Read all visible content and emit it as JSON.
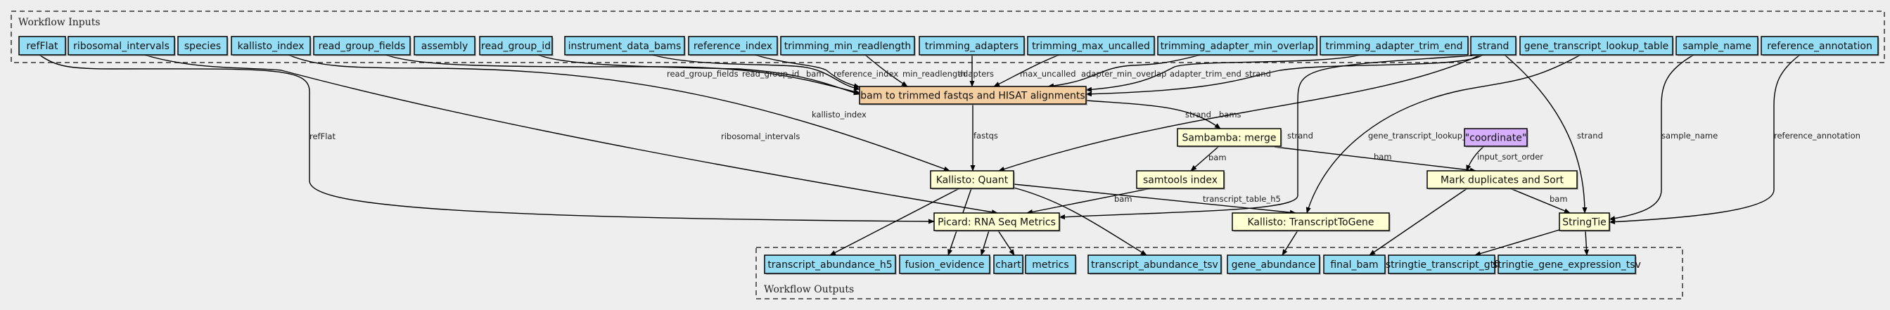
{
  "clusters": {
    "inputs": {
      "label": "Workflow Inputs"
    },
    "outputs": {
      "label": "Workflow Outputs"
    }
  },
  "colors": {
    "background": "#eeeeee",
    "input_output_fill": "#94ddf4",
    "step_fill": "#ffffd3",
    "subworkflow_fill": "#f3cea1",
    "constant_fill": "#d5aefc",
    "stroke": "#000000"
  },
  "nodes": {
    "inputs": [
      {
        "id": "refFlat",
        "label": "refFlat"
      },
      {
        "id": "ribosomal_intervals",
        "label": "ribosomal_intervals"
      },
      {
        "id": "species",
        "label": "species"
      },
      {
        "id": "kallisto_index",
        "label": "kallisto_index"
      },
      {
        "id": "read_group_fields",
        "label": "read_group_fields"
      },
      {
        "id": "assembly",
        "label": "assembly"
      },
      {
        "id": "read_group_id",
        "label": "read_group_id"
      },
      {
        "id": "instrument_data_bams",
        "label": "instrument_data_bams"
      },
      {
        "id": "reference_index",
        "label": "reference_index"
      },
      {
        "id": "trimming_min_readlength",
        "label": "trimming_min_readlength"
      },
      {
        "id": "trimming_adapters",
        "label": "trimming_adapters"
      },
      {
        "id": "trimming_max_uncalled",
        "label": "trimming_max_uncalled"
      },
      {
        "id": "trimming_adapter_min_overlap",
        "label": "trimming_adapter_min_overlap"
      },
      {
        "id": "trimming_adapter_trim_end",
        "label": "trimming_adapter_trim_end"
      },
      {
        "id": "strand",
        "label": "strand"
      },
      {
        "id": "gene_transcript_lookup_table",
        "label": "gene_transcript_lookup_table"
      },
      {
        "id": "sample_name",
        "label": "sample_name"
      },
      {
        "id": "reference_annotation",
        "label": "reference_annotation"
      }
    ],
    "steps": [
      {
        "id": "bam_to_trimmed",
        "label": "bam to trimmed fastqs and HISAT alignments",
        "kind": "subworkflow"
      },
      {
        "id": "sambamba_merge",
        "label": "Sambamba: merge",
        "kind": "step"
      },
      {
        "id": "coordinate",
        "label": "\"coordinate\"",
        "kind": "constant"
      },
      {
        "id": "kallisto_quant",
        "label": "Kallisto: Quant",
        "kind": "step"
      },
      {
        "id": "samtools_index",
        "label": "samtools index",
        "kind": "step"
      },
      {
        "id": "mark_duplicates",
        "label": "Mark duplicates and Sort",
        "kind": "step"
      },
      {
        "id": "picard_rnaseq",
        "label": "Picard: RNA Seq Metrics",
        "kind": "step"
      },
      {
        "id": "kallisto_t2g",
        "label": "Kallisto: TranscriptToGene",
        "kind": "step"
      },
      {
        "id": "stringtie",
        "label": "StringTie",
        "kind": "step"
      }
    ],
    "outputs": [
      {
        "id": "transcript_abundance_h5",
        "label": "transcript_abundance_h5"
      },
      {
        "id": "fusion_evidence",
        "label": "fusion_evidence"
      },
      {
        "id": "chart",
        "label": "chart"
      },
      {
        "id": "metrics",
        "label": "metrics"
      },
      {
        "id": "transcript_abundance_tsv",
        "label": "transcript_abundance_tsv"
      },
      {
        "id": "gene_abundance",
        "label": "gene_abundance"
      },
      {
        "id": "final_bam",
        "label": "final_bam"
      },
      {
        "id": "stringtie_transcript_gtf",
        "label": "stringtie_transcript_gtf"
      },
      {
        "id": "stringtie_gene_expression_tsv",
        "label": "stringtie_gene_expression_tsv"
      }
    ]
  },
  "edges": [
    {
      "from": "read_group_fields",
      "to": "bam_to_trimmed",
      "label": "read_group_fields"
    },
    {
      "from": "read_group_id",
      "to": "bam_to_trimmed",
      "label": "read_group_id"
    },
    {
      "from": "instrument_data_bams",
      "to": "bam_to_trimmed",
      "label": "bam"
    },
    {
      "from": "reference_index",
      "to": "bam_to_trimmed",
      "label": "reference_index"
    },
    {
      "from": "trimming_min_readlength",
      "to": "bam_to_trimmed",
      "label": "min_readlength"
    },
    {
      "from": "trimming_adapters",
      "to": "bam_to_trimmed",
      "label": "adapters"
    },
    {
      "from": "trimming_max_uncalled",
      "to": "bam_to_trimmed",
      "label": "max_uncalled"
    },
    {
      "from": "trimming_adapter_min_overlap",
      "to": "bam_to_trimmed",
      "label": "adapter_min_overlap"
    },
    {
      "from": "trimming_adapter_trim_end",
      "to": "bam_to_trimmed",
      "label": "adapter_trim_end"
    },
    {
      "from": "strand",
      "to": "bam_to_trimmed",
      "label": "strand"
    },
    {
      "from": "bam_to_trimmed",
      "to": "sambamba_merge",
      "label": "bams"
    },
    {
      "from": "bam_to_trimmed",
      "to": "kallisto_quant",
      "label": "fastqs"
    },
    {
      "from": "kallisto_index",
      "to": "kallisto_quant",
      "label": "kallisto_index"
    },
    {
      "from": "strand",
      "to": "kallisto_quant",
      "label": "strand"
    },
    {
      "from": "sambamba_merge",
      "to": "samtools_index",
      "label": "bam"
    },
    {
      "from": "sambamba_merge",
      "to": "mark_duplicates",
      "label": "bam"
    },
    {
      "from": "coordinate",
      "to": "mark_duplicates",
      "label": "input_sort_order"
    },
    {
      "from": "refFlat",
      "to": "picard_rnaseq",
      "label": "refFlat"
    },
    {
      "from": "ribosomal_intervals",
      "to": "picard_rnaseq",
      "label": "ribosomal_intervals"
    },
    {
      "from": "samtools_index",
      "to": "picard_rnaseq",
      "label": "bam"
    },
    {
      "from": "strand",
      "to": "picard_rnaseq",
      "label": "strand"
    },
    {
      "from": "kallisto_quant",
      "to": "kallisto_t2g",
      "label": "transcript_table_h5"
    },
    {
      "from": "gene_transcript_lookup_table",
      "to": "kallisto_t2g",
      "label": "gene_transcript_lookup_table"
    },
    {
      "from": "mark_duplicates",
      "to": "stringtie",
      "label": "bam"
    },
    {
      "from": "strand",
      "to": "stringtie",
      "label": "strand"
    },
    {
      "from": "sample_name",
      "to": "stringtie",
      "label": "sample_name"
    },
    {
      "from": "reference_annotation",
      "to": "stringtie",
      "label": "reference_annotation"
    },
    {
      "from": "kallisto_quant",
      "to": "transcript_abundance_h5",
      "label": ""
    },
    {
      "from": "kallisto_quant",
      "to": "fusion_evidence",
      "label": ""
    },
    {
      "from": "picard_rnaseq",
      "to": "chart",
      "label": ""
    },
    {
      "from": "picard_rnaseq",
      "to": "metrics",
      "label": ""
    },
    {
      "from": "kallisto_quant",
      "to": "transcript_abundance_tsv",
      "label": ""
    },
    {
      "from": "kallisto_t2g",
      "to": "gene_abundance",
      "label": ""
    },
    {
      "from": "mark_duplicates",
      "to": "final_bam",
      "label": ""
    },
    {
      "from": "stringtie",
      "to": "stringtie_transcript_gtf",
      "label": ""
    },
    {
      "from": "stringtie",
      "to": "stringtie_gene_expression_tsv",
      "label": ""
    }
  ]
}
